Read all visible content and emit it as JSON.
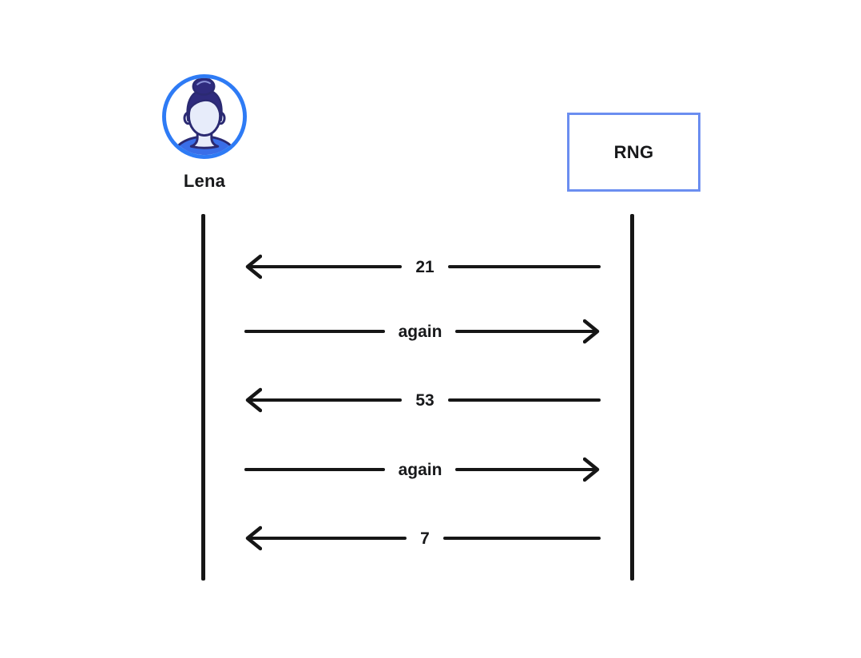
{
  "diagram": {
    "type": "sequence-diagram",
    "actors": [
      {
        "name": "Lena",
        "kind": "person-avatar"
      },
      {
        "name": "RNG",
        "kind": "system-box"
      }
    ],
    "messages": [
      {
        "label": "21",
        "direction": "left",
        "from": "RNG",
        "to": "Lena"
      },
      {
        "label": "again",
        "direction": "right",
        "from": "Lena",
        "to": "RNG"
      },
      {
        "label": "53",
        "direction": "left",
        "from": "RNG",
        "to": "Lena"
      },
      {
        "label": "again",
        "direction": "right",
        "from": "Lena",
        "to": "RNG"
      },
      {
        "label": "7",
        "direction": "left",
        "from": "RNG",
        "to": "Lena"
      }
    ],
    "colors": {
      "ink": "#161616",
      "actor_ring": "#2e7bf5",
      "rng_box_border": "#6b8ef0",
      "shirt": "#3a6ee8",
      "hair": "#2f2b7e",
      "outline": "#2b2a72",
      "skin": "#e7ecfa",
      "text": "#17181a"
    }
  }
}
